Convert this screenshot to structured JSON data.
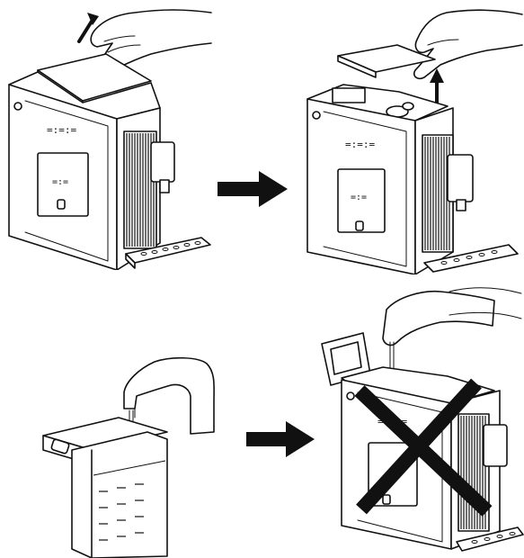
{
  "figure": {
    "panels": [
      {
        "id": "step-1",
        "action": "lift water tank lid",
        "direction": "up"
      },
      {
        "id": "step-2",
        "action": "remove lid",
        "direction": "up"
      },
      {
        "id": "step-3",
        "action": "fill tank at tap",
        "direction": "down"
      },
      {
        "id": "step-4",
        "action": "pour water into machine",
        "prohibited": true
      }
    ],
    "flow_arrows": [
      {
        "from": "step-1",
        "to": "step-2",
        "color": "#111111"
      },
      {
        "from": "step-3",
        "to": "step-4",
        "color": "#111111"
      }
    ],
    "icons": [
      "hand-icon",
      "arrow-up-icon",
      "arrow-right-icon",
      "faucet-icon",
      "pitcher-icon",
      "prohibited-x-icon"
    ],
    "colors": {
      "line": "#111111",
      "background": "#ffffff"
    }
  }
}
